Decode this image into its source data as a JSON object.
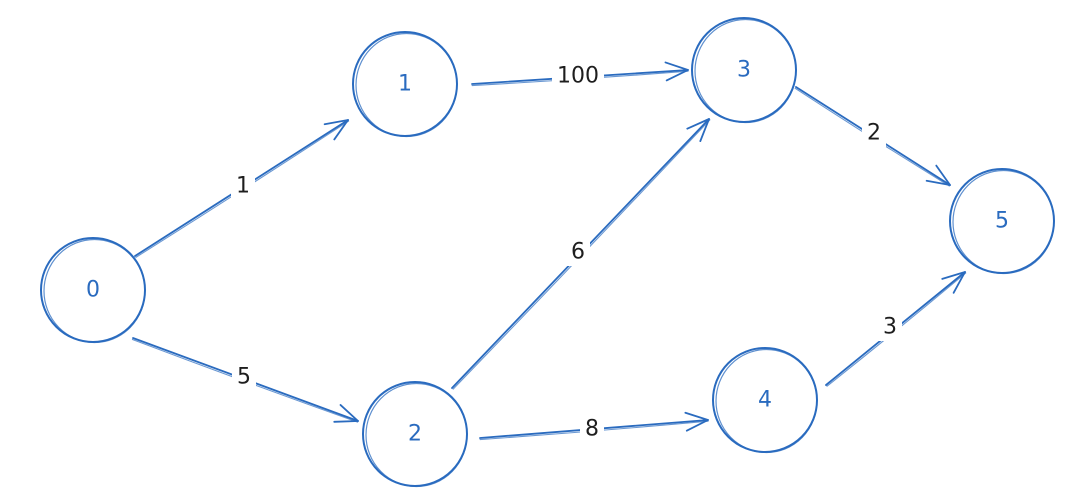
{
  "colors": {
    "node": "#2a6bbf",
    "edge": "#2a6bbf",
    "node_label": "#2a6bbf",
    "edge_label": "#1e1e1e"
  },
  "nodes": [
    {
      "id": "0",
      "label": "0"
    },
    {
      "id": "1",
      "label": "1"
    },
    {
      "id": "2",
      "label": "2"
    },
    {
      "id": "3",
      "label": "3"
    },
    {
      "id": "4",
      "label": "4"
    },
    {
      "id": "5",
      "label": "5"
    }
  ],
  "edges": [
    {
      "from": "0",
      "to": "1",
      "weight": "1"
    },
    {
      "from": "0",
      "to": "2",
      "weight": "5"
    },
    {
      "from": "1",
      "to": "3",
      "weight": "100"
    },
    {
      "from": "2",
      "to": "3",
      "weight": "6"
    },
    {
      "from": "2",
      "to": "4",
      "weight": "8"
    },
    {
      "from": "3",
      "to": "5",
      "weight": "2"
    },
    {
      "from": "4",
      "to": "5",
      "weight": "3"
    }
  ]
}
